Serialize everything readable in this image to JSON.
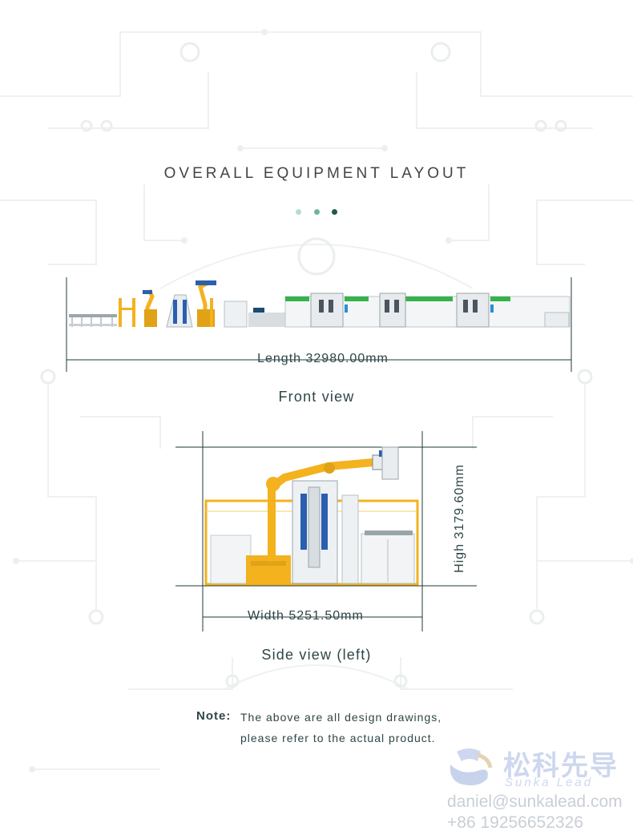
{
  "title": "OVERALL EQUIPMENT LAYOUT",
  "accent_colors": {
    "dot1": "#b8dccb",
    "dot2": "#6fb39c",
    "dot3": "#1f5a4a",
    "line": "#1f3a3a",
    "robot": "#f3b21e",
    "green": "#36b24a"
  },
  "front_view": {
    "dimension_label": "Length  32980.00mm",
    "caption": "Front view"
  },
  "side_view": {
    "width_label": "Width  5251.50mm",
    "height_label": "High  3179.60mm",
    "caption": "Side view (left)"
  },
  "note": {
    "label": "Note:",
    "line1": "The above are all design drawings,",
    "line2": "please refer to the actual product."
  },
  "watermark": {
    "brand_cn": "松科先导",
    "brand_en": "Sunka Lead",
    "email": "daniel@sunkalead.com",
    "phone": "+86 19256652326"
  }
}
